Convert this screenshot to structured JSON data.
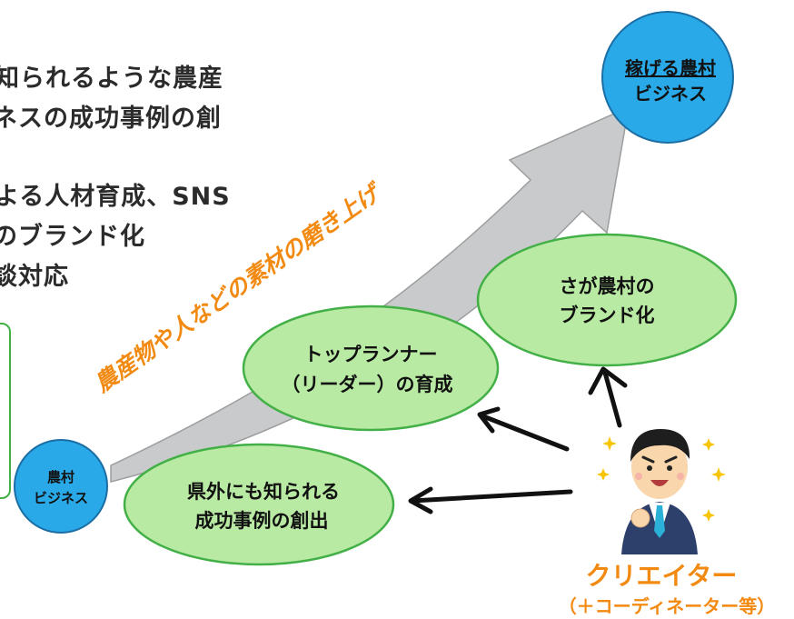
{
  "left_text": {
    "line1": "知られるような農産",
    "line2": "ネスの成功事例の創",
    "line3": "よる人材育成、SNS",
    "line4": "のブランド化",
    "line5": "談対応"
  },
  "arrow_label": "農産物や人などの素材の磨き上げ",
  "nodes": {
    "goal": {
      "line1": "稼げる農村",
      "line2": "ビジネス"
    },
    "start": {
      "line1": "農村",
      "line2": "ビジネス"
    },
    "brand": {
      "line1": "さが農村の",
      "line2": "ブランド化"
    },
    "leader": {
      "line1": "トップランナー",
      "line2": "（リーダー）の育成"
    },
    "success": {
      "line1": "県外にも知られる",
      "line2": "成功事例の創出"
    }
  },
  "creator": {
    "title": "クリエイター",
    "subtitle": "（＋コーディネーター等）"
  },
  "colors": {
    "blue_circle": "#29a9e8",
    "green_ellipse": "#b9eaa3",
    "green_border": "#43b047",
    "orange": "#f28a12",
    "arrow_gray": "#c9cacb"
  }
}
